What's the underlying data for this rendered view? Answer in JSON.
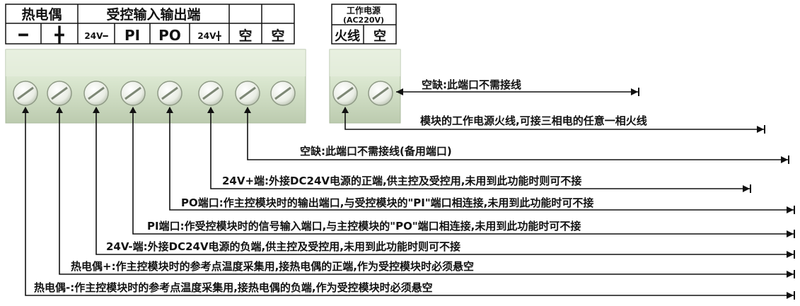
{
  "header_left": {
    "row1": [
      "热电偶",
      "受控输入输出端",
      "",
      ""
    ],
    "row2": [
      "━",
      "╋",
      "24V━",
      "PI",
      "PO",
      "24V╋",
      "空",
      "空"
    ]
  },
  "header_right": {
    "title_line1": "工作电源",
    "title_line2": "(AC220V)",
    "row2": [
      "火线",
      "空"
    ]
  },
  "annotations": [
    "空缺:此端口不需接线",
    "模块的工作电源火线,可接三相电的任意一相火线",
    "空缺:此端口不需接线(备用端口)",
    "24V+端:外接DC24V电源的正端,供主控及受控用,未用到此功能时则可不接",
    "PO端口:作主控模块时的输出端口,与受控模块的\"PI\"端口相连接,未用到此功能时可不接",
    "PI端口:作受控模块时的信号输入端口,与主控模块的\"PO\"端口相连接,未用到此功能时可不接",
    "24V-端:外接DC24V电源的负端,供主控及受控用,未用到此功能时则可不接",
    "热电偶+:作主控模块时的参考点温度采集用,接热电偶的正端,作为受控模块时必须悬空",
    "热电偶-:作主控模块时的参考点温度采集用,接热电偶的负端,作为受控模块时必须悬空"
  ],
  "colors": {
    "block": "#d9e6cf",
    "block_shadow": "#b6c6a9",
    "line": "#111111"
  }
}
